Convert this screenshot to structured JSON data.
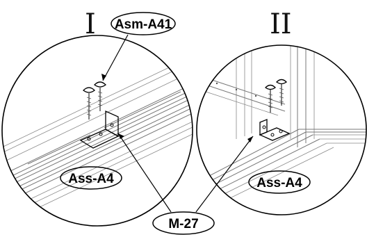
{
  "detail_1": {
    "numeral": "I",
    "label_screw": "Asm-A41",
    "label_rail": "Ass-A4"
  },
  "detail_2": {
    "numeral": "II",
    "label_rail": "Ass-A4"
  },
  "shared": {
    "label_bracket": "M-27"
  }
}
